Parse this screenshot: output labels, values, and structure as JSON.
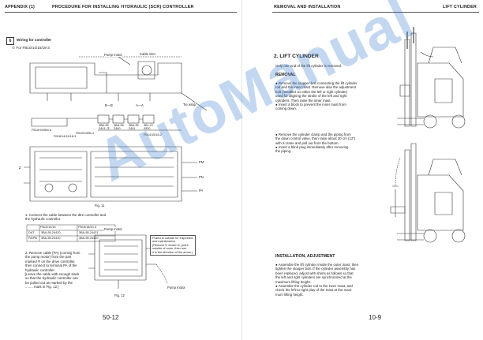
{
  "left_page": {
    "header_left": "APPENDIX (1)",
    "header_center": "PROCEDURE FOR INSTALLING HYDRAULIC (SCR) CONTROLLER",
    "section_number": "6",
    "section_title": "Wiring for controller",
    "subtitle": "① For FB10/14/15/18-3",
    "diagram_labels": {
      "pump_motor": "Pump motor",
      "cable_inlet": "Cable inlet",
      "tie_wrap": "Tie wrap",
      "b_b": "B—B",
      "a_a": "A—A",
      "connector_1": "3BA-55\n2441–①",
      "connector_2": "3BA-55\n2440",
      "connector_3": "3BA-55\n2441",
      "connector_4": "3BL-07\n0920",
      "part_left": "FB10H/30B4 A",
      "part_mid": "FB10H/30B-4",
      "part_right": "FB14/15/18-2",
      "part_bottom": "FB18/14/15/18-3",
      "label_z": "Z",
      "label_pm": "PM",
      "label_pn": "PN",
      "label_pa": "PA",
      "fig11": "Fig. 11",
      "fig12": "Fig. 12",
      "pump_motor_2": "Pump motor",
      "pump_motor_3": "Pump motor",
      "note_pulled": "Pulled to outside for inspection\nand maintenance\n(Remove it, loosen it, pull it\noutside of room, then turn\nit in the direction of the arrow.)"
    },
    "step1": [
      "1.  Connect the cable between the dtre controller and",
      "     the hydraulic controller."
    ],
    "table": {
      "headers": [
        "",
        "FB10/14/15",
        "FB15/18/20-3"
      ],
      "rows": [
        [
          "DAT",
          "3BA-55-24420",
          "3BA-55-24421"
        ],
        [
          "PA/PB",
          "3BA-55-24410",
          "3BA-55-24420"
        ]
      ]
    },
    "step2": [
      "2.  Remove cable (PA) (coming from",
      "     the pump motor) from the part",
      "     marked ® on the drive controller,",
      "     then connect to terminal PA of the",
      "     hydraulic controller.",
      "     [Leave the cable with enough slack",
      "     so that the hydraulic controller can",
      "     be pulled out as marked by the",
      "     ........  mark in Fig. 12.]"
    ],
    "page_number": "50-12"
  },
  "right_page": {
    "header_left": "REMOVAL AND INSTALLATION",
    "header_right": "LIFT CYLINDER",
    "section_title": "2. LIFT CYLINDER",
    "intro": "Only one end of the lift cylinder is removed.",
    "removal_heading": "REMOVAL",
    "removal_text": [
      "●  Remove the stopper bolt connecting the lift cylinder",
      "    rod and the inner mast. Remove also the adjustment",
      "    bolt (installed on either the left or right cylinder)",
      "    used for aligning the stroke of the left and right",
      "    cylinders. Then raise the inner mast.",
      "    ●  Insert a block to prevent the inner mast from",
      "        coming down.",
      "",
      "",
      "",
      "",
      "",
      "●  Remove the cylinder clamp and the piping from",
      "    the down control valve, then raise about 30 cm (12\")",
      "    with a crane and pull out from the bottom.",
      "    ●  Insert a blind plug immediately after removing",
      "        the piping."
    ],
    "installation_heading": "INSTALLATION, ADJUSTMENT",
    "installation_text": [
      "●  Assemble the lift cylinder inside the outer mast, then",
      "    tighten the stopper bolt. If the cylinder assembly has",
      "    been replaced, adjust with shims as follows so that",
      "    the left and right cylinders are synchronized at the",
      "    maximum lifting height.",
      "●  Assemble the cylinder rod to the inner mast, and",
      "    check the left-to-right play of the mast at the maxi-",
      "    mum lifting height."
    ],
    "page_number": "10-9"
  },
  "watermark": "AutoManual",
  "colors": {
    "watermark": "#286ec8",
    "ink": "#222222",
    "paper": "#ffffff"
  }
}
